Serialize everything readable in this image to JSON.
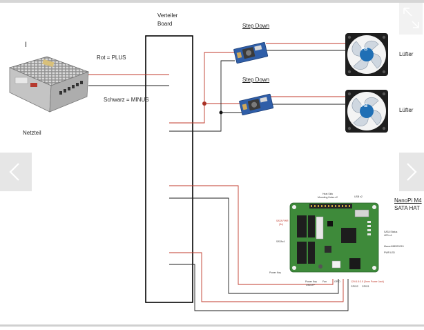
{
  "labels": {
    "board_title_line1": "Verteiler",
    "board_title_line2": "Board",
    "psu_mark": "I",
    "rot_plus": "Rot = PLUS",
    "schwarz_minus": "Schwarz = MINUS",
    "netzteil": "Netzteil",
    "step_down_1": "Step Down",
    "step_down_2": "Step Down",
    "luefter_1": "Lüfter",
    "luefter_2": "Lüfter",
    "nanopi_line1": "NanoPi M4",
    "nanopi_line2": "SATA HAT",
    "fan_brand_1": "FB",
    "fan_brand_2": "FB"
  },
  "hat_labels": {
    "heat_sink": "Heat Sink",
    "mounting_holes": "Mounting Holes x2",
    "usb": "USB x2",
    "sata_pwr": "SATA PWR",
    "sata_pwr2": "(3x)",
    "sata": "SATAx4",
    "sata_status": "SATA Status",
    "sata_status2": "LED x4",
    "marvell": "Marvell 88SE9215",
    "pwr_led": "PWR LED",
    "power_key": "Power Key",
    "power_key2": "Power Key",
    "dc_in": "12V/4.5:3.5 (3mm Power Jack)",
    "gpio_a": "GPIO2",
    "gpio_b": "GPIO1",
    "fan": "Fan",
    "gpio_c": "GPIO",
    "onoff": "ON/OFF"
  },
  "colors": {
    "red_wire": "#c0392b",
    "black_wire": "#1c1c1c",
    "pcb_green": "#3e8a3a",
    "step_down_blue": "#2f5ea8",
    "fan_frame": "#1e1e1e",
    "fan_blade": "#cfd7e0",
    "fan_hub": "#1f6fb5"
  },
  "icons": {
    "nav_prev": "chevron-left-icon",
    "nav_next": "chevron-right-icon",
    "fullscreen": "expand-icon"
  }
}
